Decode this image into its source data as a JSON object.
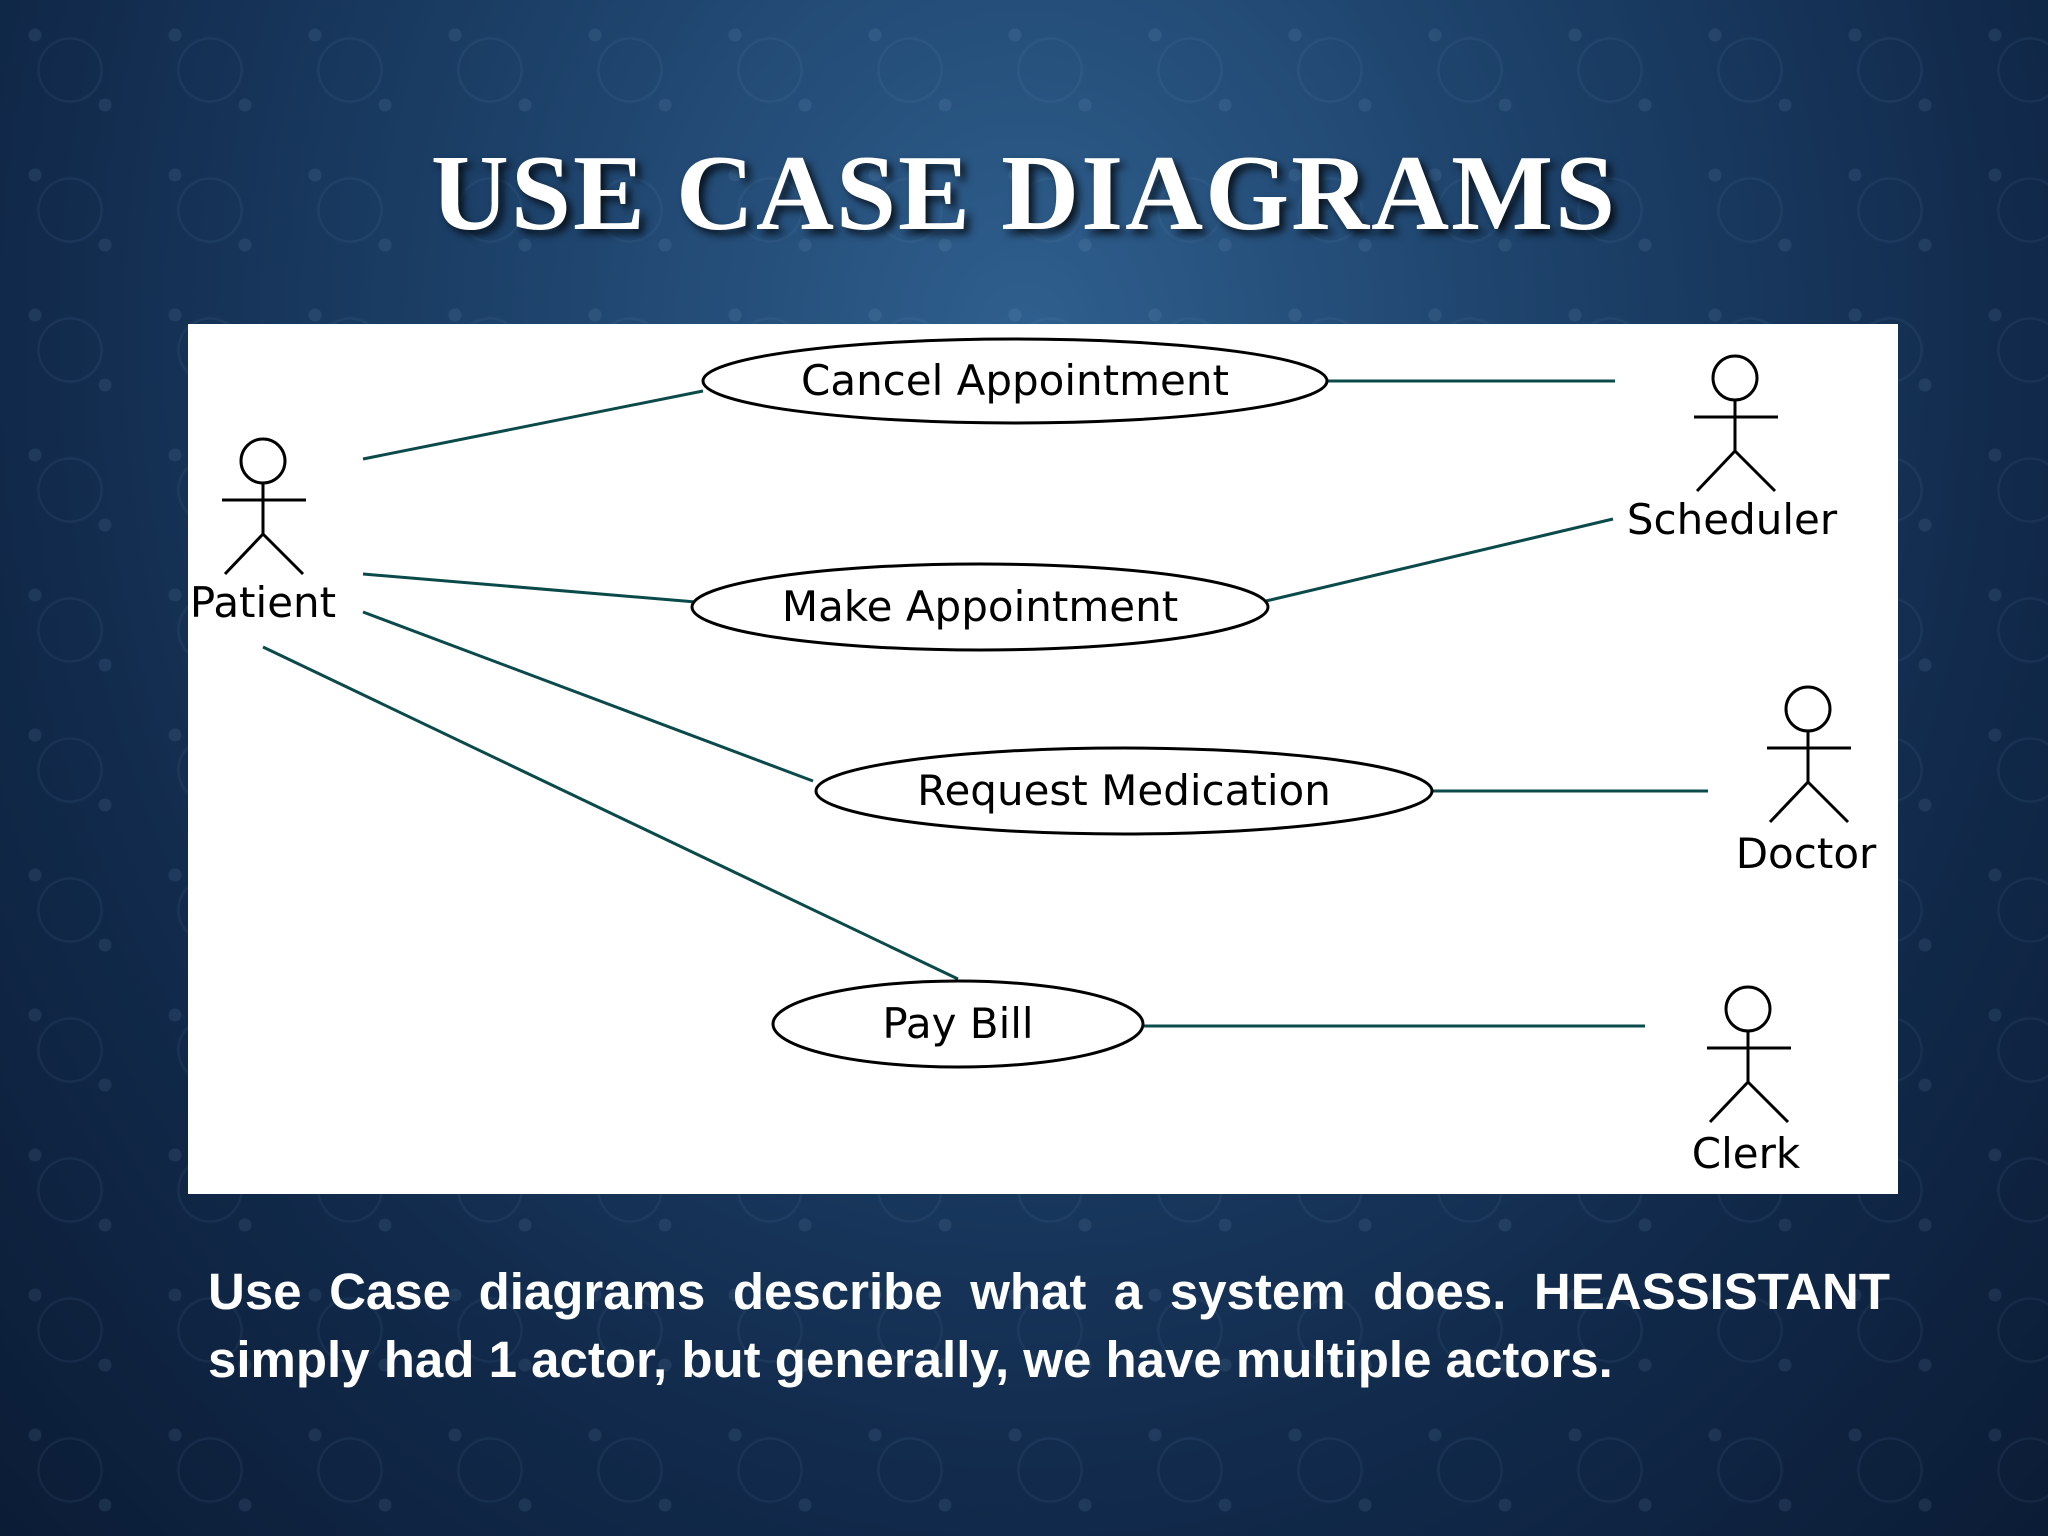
{
  "slide": {
    "title": "USE CASE DIAGRAMS",
    "body": "Use Case diagrams describe what a system does. HEASSISTANT simply had 1 actor, but generally, we have multiple actors."
  },
  "diagram": {
    "actors": [
      {
        "id": "patient",
        "label": "Patient"
      },
      {
        "id": "scheduler",
        "label": "Scheduler"
      },
      {
        "id": "doctor",
        "label": "Doctor"
      },
      {
        "id": "clerk",
        "label": "Clerk"
      }
    ],
    "use_cases": [
      {
        "id": "cancel",
        "label": "Cancel Appointment"
      },
      {
        "id": "make",
        "label": "Make Appointment"
      },
      {
        "id": "request",
        "label": "Request Medication"
      },
      {
        "id": "pay",
        "label": "Pay Bill"
      }
    ],
    "associations": [
      [
        "patient",
        "cancel"
      ],
      [
        "patient",
        "make"
      ],
      [
        "patient",
        "request"
      ],
      [
        "patient",
        "pay"
      ],
      [
        "cancel",
        "scheduler"
      ],
      [
        "make",
        "scheduler"
      ],
      [
        "request",
        "doctor"
      ],
      [
        "pay",
        "clerk"
      ]
    ],
    "line_color": "#0b4a4a"
  }
}
